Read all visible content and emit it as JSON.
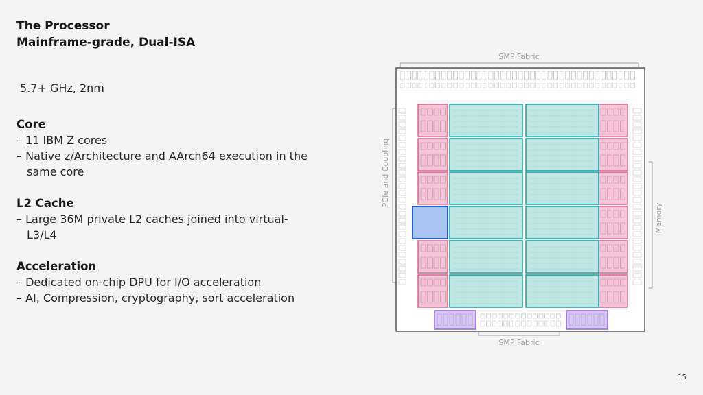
{
  "slide": {
    "title_line1": "The Processor",
    "title_line2": "Mainframe-grade, Dual-ISA",
    "spec": "5.7+ GHz, 2nm",
    "page_number": "15"
  },
  "sections": [
    {
      "heading": "Core",
      "bullets": [
        "11 IBM Z cores",
        "Native z/Architecture and AArch64 execution in the same core"
      ]
    },
    {
      "heading": "L2 Cache",
      "bullets": [
        "Large 36M private L2 caches joined into virtual-L3/L4"
      ]
    },
    {
      "heading": "Acceleration",
      "bullets": [
        "Dedicated on-chip DPU for I/O acceleration",
        "AI, Compression, cryptography, sort acceleration"
      ]
    }
  ],
  "die": {
    "labels": {
      "smp_top": "SMP Fabric",
      "smp_bottom": "SMP Fabric",
      "pcie": "PCIe and Coupling",
      "memory": "Memory"
    },
    "colors": {
      "core": "#e06b98",
      "core_fill": "#f3c5d6",
      "cache": "#1ea6a6",
      "cache_fill": "#bfe6e2",
      "dpu": "#1f5fd6",
      "dpu_fill": "#a9c3f2",
      "accel": "#9a6ad8",
      "accel_fill": "#d8c6f4"
    }
  }
}
